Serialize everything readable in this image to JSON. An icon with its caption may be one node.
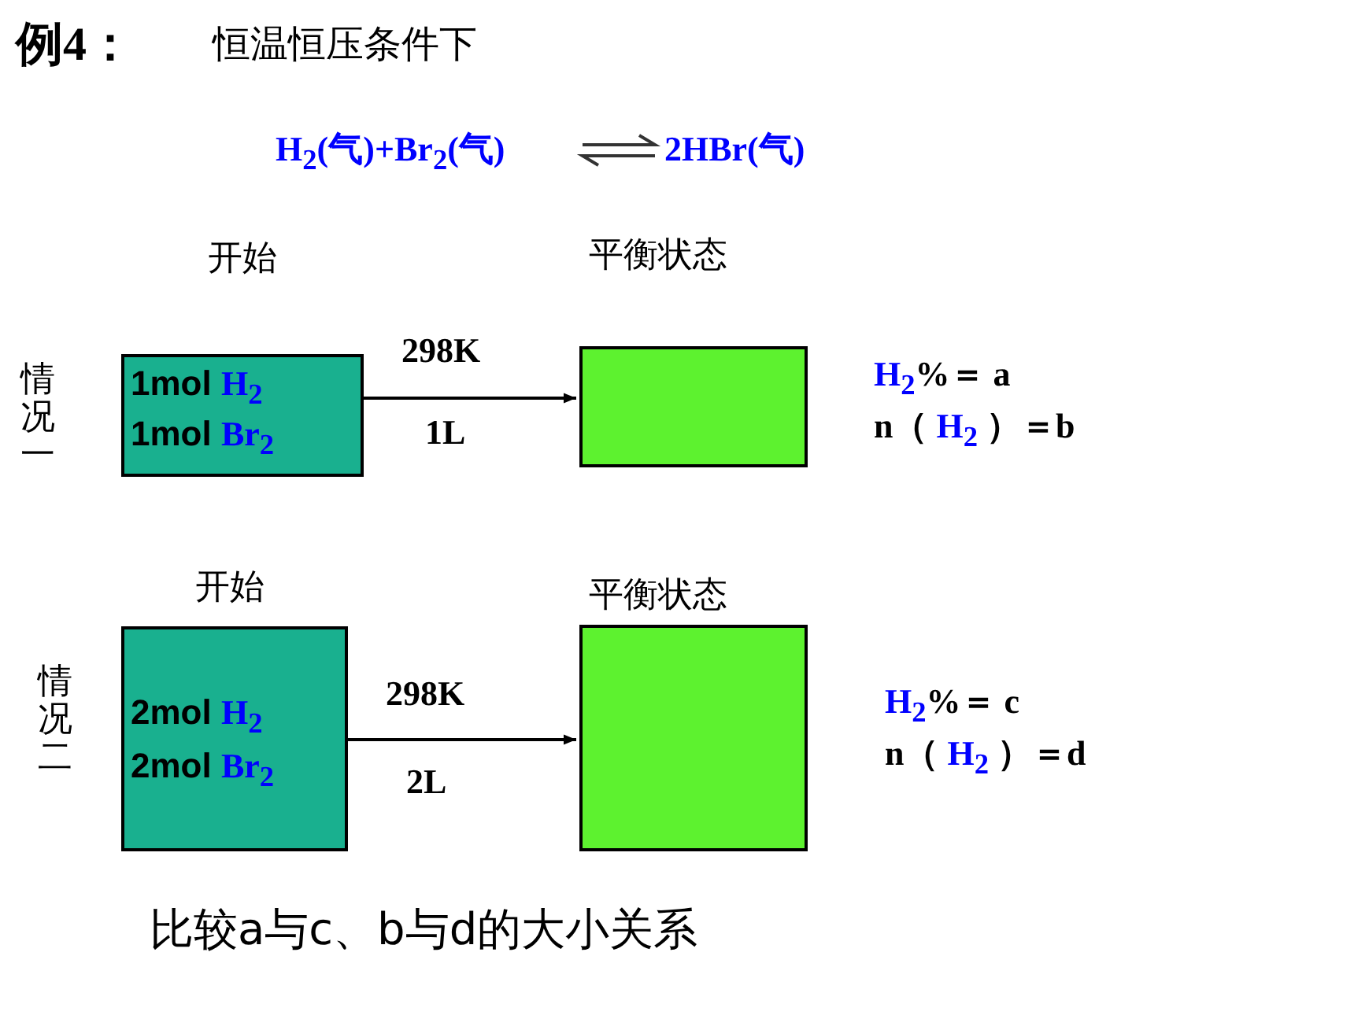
{
  "diagram": {
    "title": "例4：",
    "nodes": [
      {
        "text": [
          "1mol **H$_{2}$**",
          "1mol **Br$_{2}$**"
        ],
        "beside": [
          "开始"
        ]
      },
      {
        "text": [],
        "shape": "box",
        "beside": [
          "平衡状态"
        ]
      },
      {
        "text": [
          "2mol **H$_{2}$**",
          "2mol **Br$_{2}$**"
        ],
        "beside": [
          "开始"
        ]
      },
      {
        "text": [],
        "shape": "box",
        "beside": [
          "平衡状态"
        ]
      }
    ],
    "edges": [
      {
        "from": 0,
        "to": 1,
        "arrow": "to",
        "label": "298K"
      },
      {
        "from": 2,
        "to": 3,
        "arrow": "to",
        "label": "298K"
      }
    ],
    "labels": [
      "恒温恒压条件下",
      "H$_{2}$(气)+Br$_{2}$(气)",
      "2HBr(气)",
      "情况一",
      "1L",
      "**H$_{2}$**%＝ a",
      "n（ **H$_{2}$** ）＝b",
      "情况二",
      "2L",
      "**H$_{2}$**%＝ c",
      "n（ **H$_{2}$** ）＝d",
      "比较a与c、b与d的大小关系"
    ]
  }
}
